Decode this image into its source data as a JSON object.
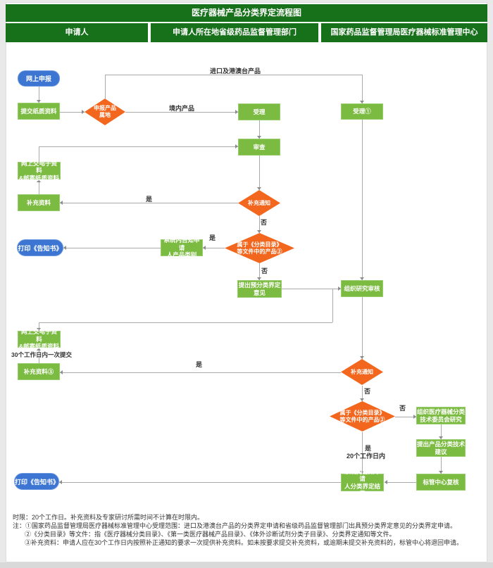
{
  "title": "医疗器械产品分类界定流程图",
  "columns": {
    "applicant": "申请人",
    "provincial": "申请人所在地省级药品监督管理部门",
    "national": "国家药品监督管理局医疗器械标准管理中心"
  },
  "nodes": {
    "online_apply": "网上申报",
    "submit_paper": "提交纸质资料",
    "product_origin": "申报产品\n属地",
    "accept_provincial": "受理",
    "accept_national": "受理①",
    "review": "审查",
    "supplement_notice_1": "补充通知",
    "online_electronic_1": "网上交电子资料\n&邮寄纸质资料",
    "supplement_material_1": "补充资料",
    "print_notice_1": "打印《告知书》",
    "notify_product_category": "系统内告知申请\n人产品类别",
    "belongs_catalog_1": "属于《分类目录》\n等文件中的产品②",
    "pre_classification_opinion": "提出预分类界定\n意见",
    "organize_research_review": "组织研究审核",
    "online_electronic_2": "网上交电子资料\n&邮寄纸质资料",
    "supplement_material_2": "补充资料③",
    "supplement_notice_2": "补充通知",
    "belongs_catalog_2": "属于《分类目录》\n等文件中的产品②",
    "committee_research": "组织医疗器械分类\n技术委员会研究",
    "tech_suggestion": "提出产品分类技术\n建议",
    "center_recheck": "标管中心复核",
    "notify_result": "系统内告知申请\n人分类界定结果",
    "print_notice_2": "打印《告知书》"
  },
  "edge_labels": {
    "import_products": "进口及港澳台产品",
    "domestic_products": "境内产品",
    "yes": "是",
    "no": "否",
    "submit_once_30_days": "30个工作日内一次提交",
    "within_20_days": "20个工作日内"
  },
  "notes": [
    "时限：20个工作日。补充资料及专家研讨所需时间不计算在时限内。",
    "注：①国家药品监督管理局医疗器械标准管理中心受理范围：进口及港澳台产品的分类界定申请和省级药品监督管理部门出具预分类界定意见的分类界定申请。",
    "②《分类目录》等文件：指《医疗器械分类目录》、《第一类医疗器械产品目录》、《体外诊断试剂分类子目录》、分类界定通知等文件。",
    "③补充资料：申请人应在30个工作日内按照补正通知的要求一次提供补充资料。如未按要求提交补充资料，或逾期未提交补充资料的，标管中心将退回申请。"
  ],
  "colors": {
    "header_green": "#17701a",
    "box_green": "#7cbb41",
    "diamond_orange": "#f2661d",
    "pill_blue": "#3c76d2",
    "line_gray": "#aaaaaa"
  }
}
